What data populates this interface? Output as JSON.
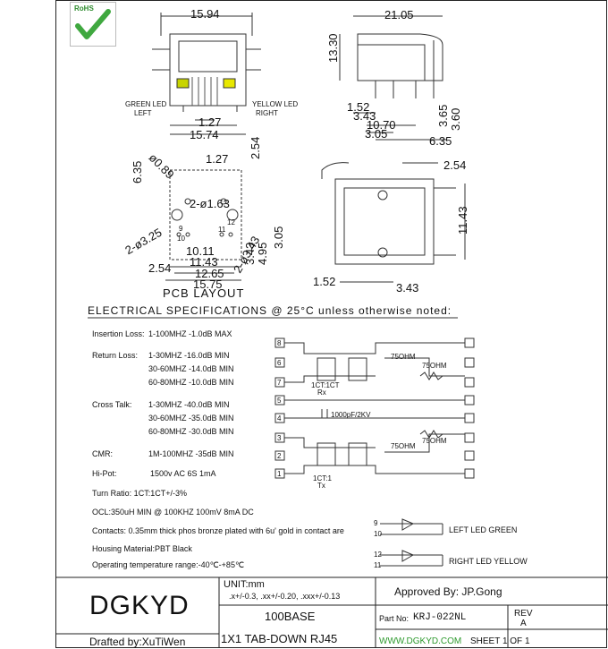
{
  "rohs": {
    "label": "RoHS"
  },
  "dims": {
    "front_width": "15.94",
    "front_pitch": "1.27",
    "front_bottom": "15.74",
    "green_led": "GREEN LED",
    "left": "LEFT",
    "yellow_led": "YELLOW LED",
    "right": "RIGHT",
    "side_length": "21.05",
    "side_height": "13.30",
    "d_152": "1.52",
    "d_343": "3.43",
    "d_1070": "10.70",
    "d_305": "3.05",
    "d_635": "6.35",
    "d_365": "3.65",
    "d_360": "3.60",
    "pcb_127": "1.27",
    "pcb_254": "2.54",
    "pcb_635": "6.35",
    "pcb_089": "ø0.89",
    "pcb_2_163": "2-ø1.63",
    "pcb_2_325": "2-ø3.25",
    "pcb_1011": "10.11",
    "pcb_1143": "11.43",
    "pcb_1265": "12.65",
    "pcb_1575": "15.75",
    "pcb_254b": "2.54",
    "pcb_343": "3.43",
    "pcb_495": "4.95",
    "pcb_305": "3.05",
    "pcb_2_ø343": "2-ø3.43",
    "pin_9": "9",
    "pin_10": "10",
    "pin_11": "11",
    "pin_12": "12",
    "pcb_layout": "PCB LAYOUT",
    "top_254": "2.54",
    "top_1143": "11.43",
    "top_152": "1.52",
    "top_343": "3.43"
  },
  "specs": {
    "heading": "ELECTRICAL SPECIFICATIONS @ 25°C unless otherwise noted:",
    "insertion_label": "Insertion Loss:",
    "insertion_value": "1-100MHZ  -1.0dB MAX",
    "return_label": "Return Loss:",
    "return_values": [
      "1-30MHZ   -16.0dB MIN",
      "30-60MHZ -14.0dB MIN",
      "60-80MHZ -10.0dB MIN"
    ],
    "cross_label": "Cross Talk:",
    "cross_values": [
      "1-30MHZ    -40.0dB MIN",
      "30-60MHZ  -35.0dB MIN",
      "60-80MHZ  -30.0dB MIN"
    ],
    "cmr_label": "CMR:",
    "cmr_value": "1M-100MHZ  -35dB MIN",
    "hipot_label": "Hi-Pot:",
    "hipot_value": "1500v AC 6S 1mA",
    "turn_ratio": "Turn Ratio: 1CT:1CT+/-3%",
    "ocl": "OCL:350uH MIN @ 100KHZ 100mV 8mA DC",
    "contacts": "Contacts: 0.35mm thick phos bronze plated with 6u' gold in contact are",
    "housing": "Housing Material:PBT Black",
    "operating": "Operating temperature range:-40℃-+85℃"
  },
  "schematic": {
    "pins": [
      "8",
      "6",
      "7",
      "5",
      "4",
      "3",
      "2",
      "1"
    ],
    "r1": "75OHM",
    "r2": "75OHM",
    "r3": "75OHM",
    "r4": "75OHM",
    "ct_rx": "1CT:1CT",
    "rx": "Rx",
    "ct_tx": "1CT:1",
    "tx": "Tx",
    "cap": "1000pF/2KV",
    "led_pin9": "9",
    "led_pin10": "10",
    "led_left": "LEFT LED GREEN",
    "led_pin12": "12",
    "led_pin11": "11",
    "led_right": "RIGHT LED YELLOW"
  },
  "title_block": {
    "company": "DGKYD",
    "unit": "UNIT:mm",
    "tolerance": ".x+/-0.3, .xx+/-0.20, .xxx+/-0.13",
    "approved": "Approved By: JP.Gong",
    "product_line1": "100BASE",
    "part_label": "Part No:",
    "part_number": "KRJ-022NL",
    "rev_label": "REV",
    "rev_value": "A",
    "drafted": "Drafted by:XuTiWen",
    "product_line2": "1X1 TAB-DOWN RJ45",
    "website": "WWW.DGKYD.COM",
    "sheet": "SHEET 1 OF 1"
  },
  "colors": {
    "green_led": "#c8d400",
    "yellow_led": "#e8e800",
    "website": "#2e9a2e",
    "rohs": "#2e8b2e"
  }
}
